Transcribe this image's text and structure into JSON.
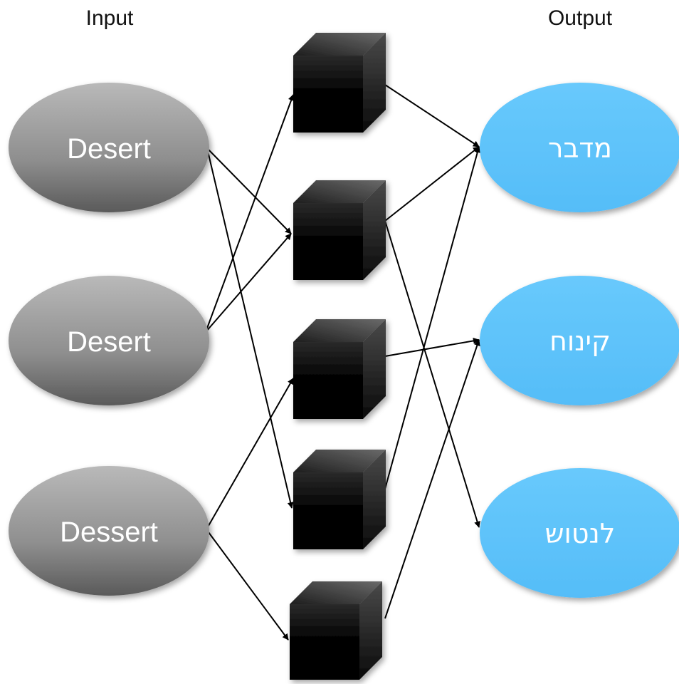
{
  "headers": {
    "input": "Input",
    "output": "Output"
  },
  "inputs": [
    {
      "id": "in1",
      "label": "Desert"
    },
    {
      "id": "in2",
      "label": "Desert"
    },
    {
      "id": "in3",
      "label": "Dessert"
    }
  ],
  "outputs": [
    {
      "id": "out1",
      "label": "מדבר"
    },
    {
      "id": "out2",
      "label": "קינוח"
    },
    {
      "id": "out3",
      "label": "לנטוש"
    }
  ],
  "hidden_nodes": [
    "h1",
    "h2",
    "h3",
    "h4",
    "h5"
  ],
  "edges": [
    {
      "from": "in1",
      "to": "h2"
    },
    {
      "from": "in1",
      "to": "h4"
    },
    {
      "from": "in2",
      "to": "h1"
    },
    {
      "from": "in2",
      "to": "h2"
    },
    {
      "from": "in3",
      "to": "h3"
    },
    {
      "from": "in3",
      "to": "h5"
    },
    {
      "from": "h1",
      "to": "out1"
    },
    {
      "from": "h2",
      "to": "out1"
    },
    {
      "from": "h2",
      "to": "out3"
    },
    {
      "from": "h3",
      "to": "out2"
    },
    {
      "from": "h4",
      "to": "out1"
    },
    {
      "from": "h5",
      "to": "out2"
    }
  ],
  "colors": {
    "input_node": "#8a8a8a",
    "output_node": "#5ec4fb",
    "hidden_node": "#000000",
    "edge": "#000000"
  }
}
